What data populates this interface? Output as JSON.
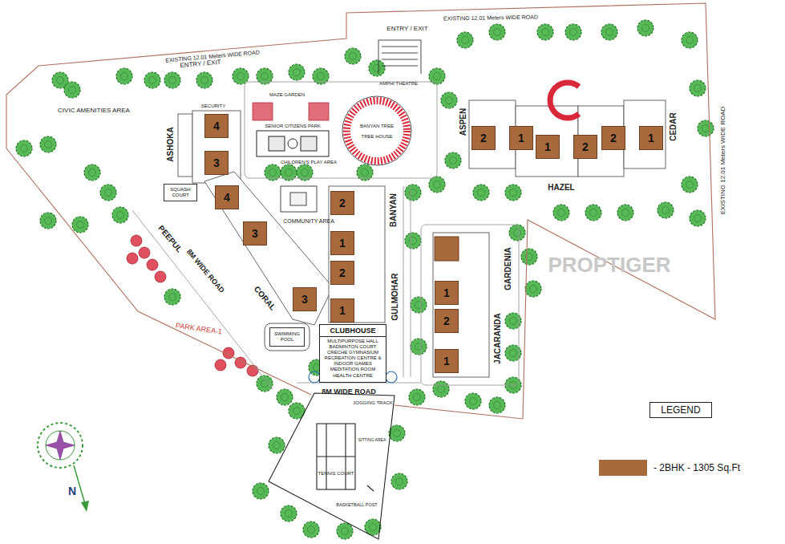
{
  "diagram": {
    "nodes": [
      {
        "text": [
          "2"
        ]
      },
      {
        "text": [
          "1"
        ]
      },
      {
        "text": [
          "1"
        ]
      },
      {
        "text": [
          "2"
        ]
      },
      {
        "text": [
          "2"
        ]
      },
      {
        "text": [
          "1"
        ]
      },
      {
        "text": [
          "4"
        ]
      },
      {
        "text": [
          "3"
        ]
      },
      {
        "text": [
          "SQUASH COURT"
        ]
      },
      {
        "text": [
          "4"
        ]
      },
      {
        "text": [
          "2"
        ]
      },
      {
        "text": [
          "3"
        ]
      },
      {
        "text": [
          "1"
        ]
      },
      {
        "text": [
          "2"
        ]
      },
      {
        "text": [
          "1"
        ]
      },
      {
        "text": [
          "3"
        ]
      },
      {
        "text": [
          "1"
        ]
      },
      {
        "text": [
          "2"
        ]
      },
      {
        "text": [
          "SWIMMING POOL"
        ]
      },
      {
        "text": [
          "CLUBHOUSE",
          "MULTIPURPOSE HALL BADMINTON COURT CRECHE GYMNASIUM RECREATION CENTRE & INDOOR GAMES MEDITATION ROOM HEALTH CENTRE"
        ]
      },
      {
        "text": [
          "1"
        ]
      },
      {
        "text": [
          "LEGEND"
        ]
      }
    ],
    "labels": [
      "EXISTING 12.01 Meters WIDE ROAD",
      "ENTRY / EXIT",
      "EXISTING 12.01 Meters WIDE ROAD",
      "ENTRY / EXIT",
      "EXISTING 12.01 Meters WIDE ROAD",
      "CIVIC AMENITIES AREA",
      "ASHOKA",
      "SECURITY",
      "MAZE GARDEN",
      "SENIOR CITIZENS PARK",
      "CHILDREN'S PLAY AREA",
      "AMPHI THEATRE",
      "BANYAN TREE",
      "TREE HOUSE",
      "ASPEN",
      "CEDAR",
      "HAZEL",
      "PEEPUL",
      "8M WIDE ROAD",
      "CORAL",
      "PARK AREA-1",
      "COMMUNITY AREA",
      "BANYAN",
      "GULMOHAR",
      "GARDENIA",
      "JACARANDA",
      "8M WIDE ROAD",
      "JOGGING TRACK",
      "SITTING AREA",
      "TENNIS COURT",
      "BASKETBALL POST",
      "N",
      "PROPTIGER"
    ],
    "legend": [
      {
        "text": "- 2BHK - 1305 Sq.Ft",
        "color": "#a86a3d"
      }
    ]
  }
}
